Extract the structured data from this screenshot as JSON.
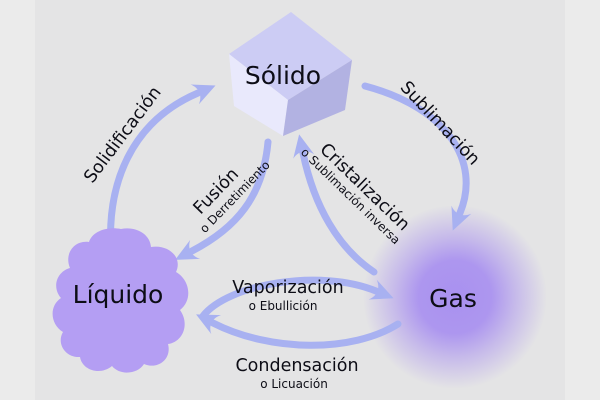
{
  "diagram": {
    "states": {
      "solid": {
        "label": "Sólido"
      },
      "liquid": {
        "label": "Líquido"
      },
      "gas": {
        "label": "Gas"
      }
    },
    "transitions": {
      "solidificacion": {
        "label": "Solidificación"
      },
      "sublimacion": {
        "label": "Sublimación"
      },
      "fusion": {
        "label": "Fusión",
        "alt": "o Derretimiento"
      },
      "cristalizacion": {
        "label": "Cristalización",
        "alt": "o Sublimación inversa"
      },
      "vaporizacion": {
        "label": "Vaporización",
        "alt": "o Ebullición"
      },
      "condensacion": {
        "label": "Condensación",
        "alt": "o Licuación"
      }
    },
    "colors": {
      "background": "#e4e4e5",
      "background_side": "#ebebeb",
      "arrow": "#a8b1f1",
      "cube_top": "#ccccf4",
      "cube_left": "#e9e9fc",
      "cube_right": "#b2b2e2",
      "liquid_blob": "#b49ef3",
      "gas_glow": "#a78ef0",
      "text": "#0d0d16"
    }
  }
}
